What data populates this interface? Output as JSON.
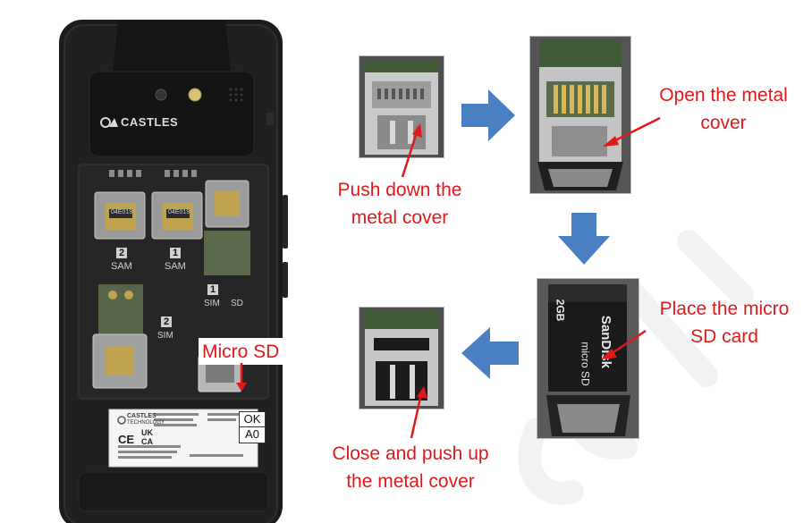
{
  "device": {
    "brand": "CASTLES",
    "label_brand": "CASTLES",
    "label_brand_sub": "TECHNOLOGY",
    "slots": [
      "SAM",
      "SAM",
      "SIM",
      "SIM",
      "SD"
    ],
    "slot_numbers": [
      "2",
      "1",
      "1",
      "2"
    ],
    "sam_chip_text": "04E019",
    "marks": [
      "CE",
      "UK CA"
    ],
    "badge_ok": "OK",
    "badge_a0": "A0"
  },
  "callouts": {
    "micro_sd": "Micro SD",
    "step1_line1": "Push down the",
    "step1_line2": "metal cover",
    "step2_line1": "Open the metal",
    "step2_line2": "cover",
    "step3_line1": "Place the micro",
    "step3_line2": "SD card",
    "step4_line1": "Close and push up",
    "step4_line2": "the metal cover"
  },
  "card": {
    "brand": "SanDisk",
    "capacity": "2GB",
    "type": "micro SD"
  },
  "colors": {
    "callout_text": "#e0191b",
    "flow_arrow": "#4a7fc1",
    "device_body": "#1c1c1c"
  },
  "icons": [
    "arrow-right-icon",
    "arrow-down-icon",
    "arrow-left-icon"
  ]
}
